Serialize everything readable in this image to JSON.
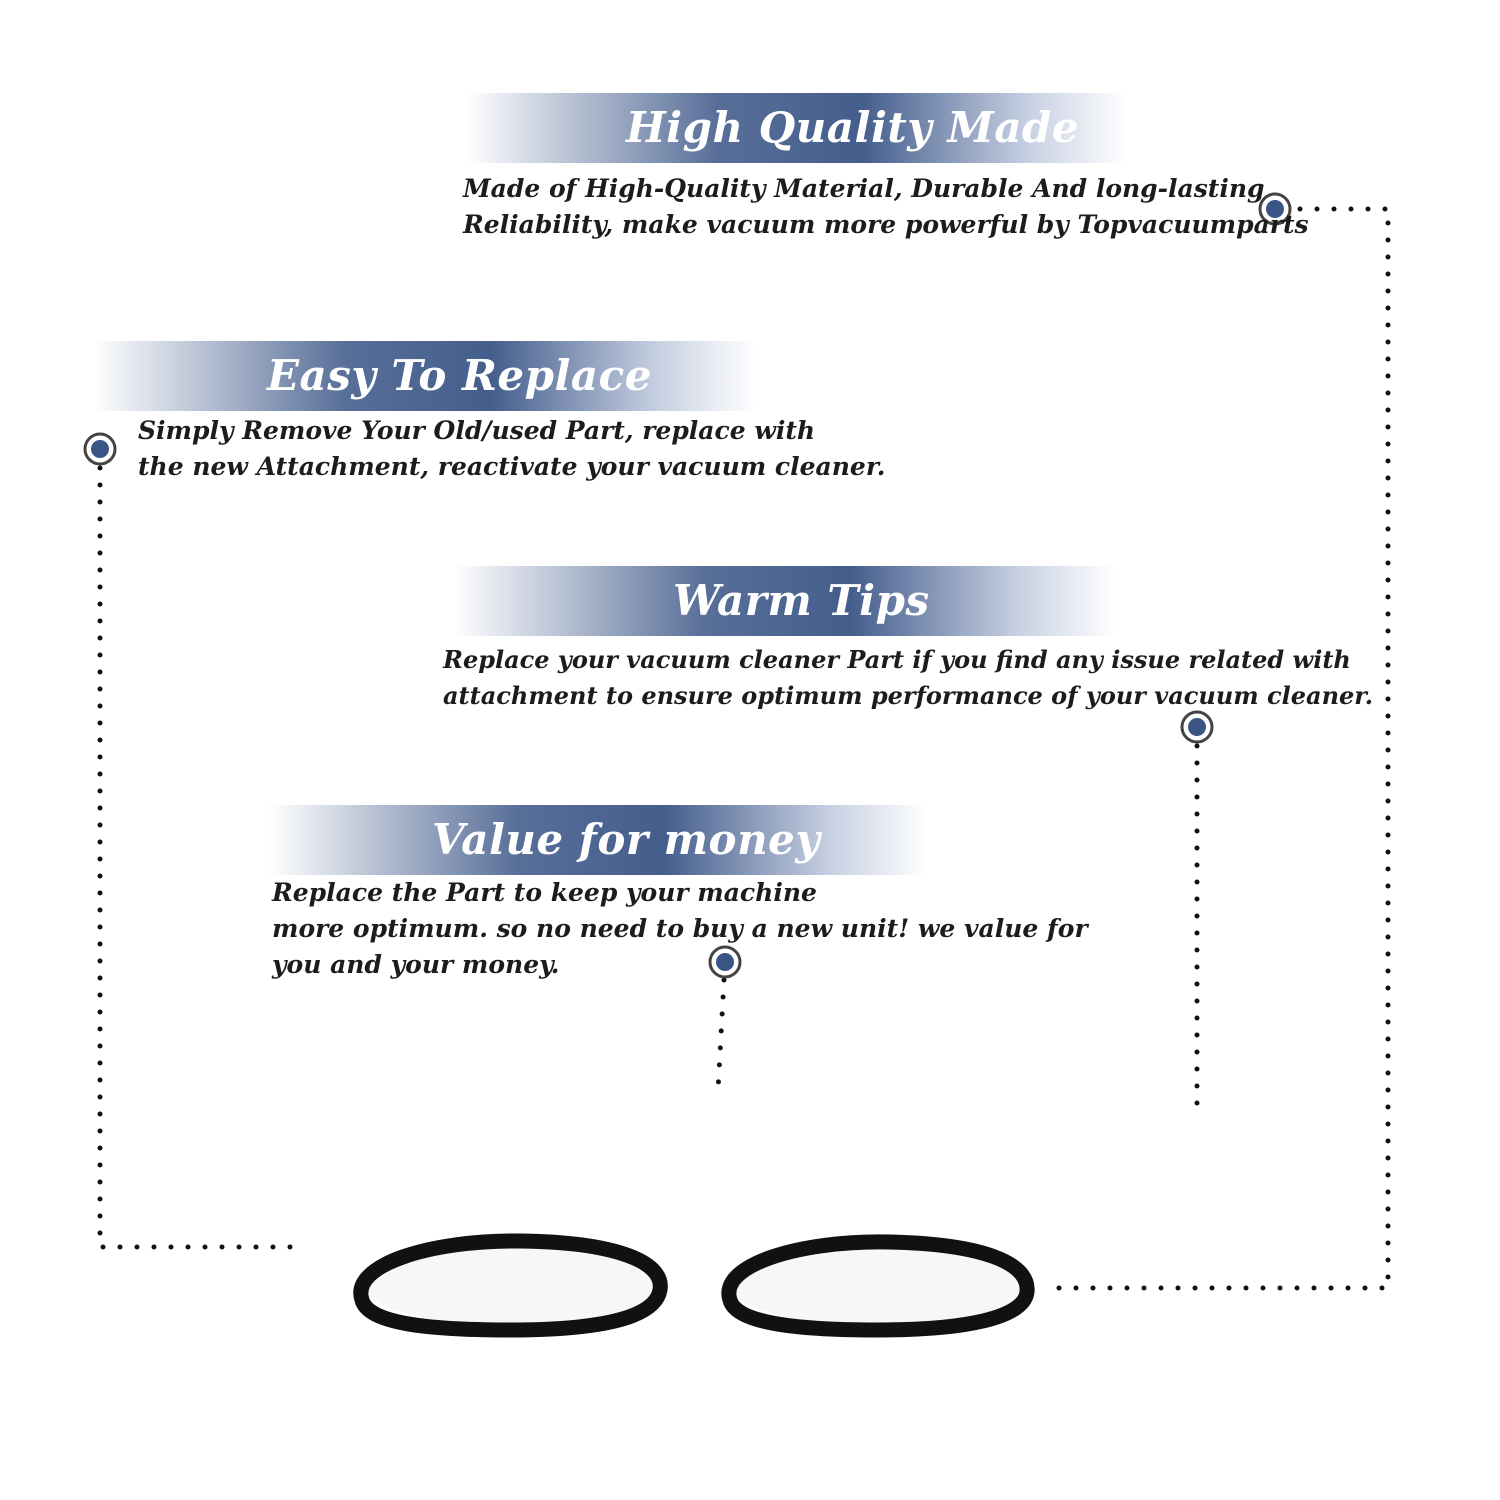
{
  "features": [
    {
      "title": "High Quality Made",
      "lines": [
        "Made of  High-Quality Material, Durable And long-lasting",
        "Reliability, make vacuum more powerful by Topvacuumparts"
      ]
    },
    {
      "title": "Easy To Replace",
      "lines": [
        "Simply Remove Your Old/used Part, replace with",
        "the new Attachment, reactivate your vacuum cleaner."
      ]
    },
    {
      "title": "Warm Tips",
      "lines": [
        "Replace your vacuum cleaner Part if you find any issue related with",
        " attachment to ensure optimum performance of your vacuum cleaner."
      ]
    },
    {
      "title": "Value for money",
      "lines": [
        "Replace the Part to keep your machine",
        "more optimum. so no need to buy a new unit! we value for",
        "you and your money."
      ]
    }
  ],
  "colors": {
    "accent": "#3a5586",
    "marker_ring": "#444444",
    "dots": "#111111",
    "belt": "#111111"
  },
  "icons": {
    "marker": "target-dot-icon",
    "product": "vacuum-belt-icon"
  }
}
